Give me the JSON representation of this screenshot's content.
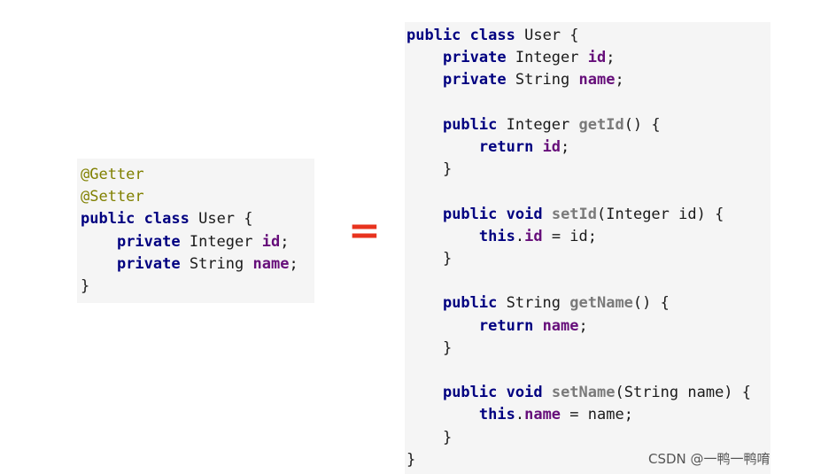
{
  "left_code": {
    "lines": [
      [
        {
          "t": "@Getter",
          "c": "ann"
        }
      ],
      [
        {
          "t": "@Setter",
          "c": "ann"
        }
      ],
      [
        {
          "t": "public",
          "c": "kw"
        },
        {
          "t": " "
        },
        {
          "t": "class",
          "c": "kw"
        },
        {
          "t": " User {"
        }
      ],
      [
        {
          "t": "    "
        },
        {
          "t": "private",
          "c": "kw"
        },
        {
          "t": " Integer "
        },
        {
          "t": "id",
          "c": "fld"
        },
        {
          "t": ";"
        }
      ],
      [
        {
          "t": "    "
        },
        {
          "t": "private",
          "c": "kw"
        },
        {
          "t": " String "
        },
        {
          "t": "name",
          "c": "fld"
        },
        {
          "t": ";"
        }
      ],
      [
        {
          "t": "}"
        }
      ]
    ]
  },
  "equals": "=",
  "right_code": {
    "lines": [
      [
        {
          "t": "public",
          "c": "kw"
        },
        {
          "t": " "
        },
        {
          "t": "class",
          "c": "kw"
        },
        {
          "t": " User {"
        }
      ],
      [
        {
          "t": "    "
        },
        {
          "t": "private",
          "c": "kw"
        },
        {
          "t": " Integer "
        },
        {
          "t": "id",
          "c": "fld"
        },
        {
          "t": ";"
        }
      ],
      [
        {
          "t": "    "
        },
        {
          "t": "private",
          "c": "kw"
        },
        {
          "t": " String "
        },
        {
          "t": "name",
          "c": "fld"
        },
        {
          "t": ";"
        }
      ],
      [],
      [
        {
          "t": "    "
        },
        {
          "t": "public",
          "c": "kw"
        },
        {
          "t": " Integer "
        },
        {
          "t": "getId",
          "c": "mth"
        },
        {
          "t": "() {"
        }
      ],
      [
        {
          "t": "        "
        },
        {
          "t": "return",
          "c": "kw"
        },
        {
          "t": " "
        },
        {
          "t": "id",
          "c": "fld"
        },
        {
          "t": ";"
        }
      ],
      [
        {
          "t": "    }"
        }
      ],
      [],
      [
        {
          "t": "    "
        },
        {
          "t": "public",
          "c": "kw"
        },
        {
          "t": " "
        },
        {
          "t": "void",
          "c": "kw"
        },
        {
          "t": " "
        },
        {
          "t": "setId",
          "c": "mth"
        },
        {
          "t": "(Integer id) {"
        }
      ],
      [
        {
          "t": "        "
        },
        {
          "t": "this",
          "c": "kw"
        },
        {
          "t": "."
        },
        {
          "t": "id",
          "c": "fld"
        },
        {
          "t": " = id;"
        }
      ],
      [
        {
          "t": "    }"
        }
      ],
      [],
      [
        {
          "t": "    "
        },
        {
          "t": "public",
          "c": "kw"
        },
        {
          "t": " String "
        },
        {
          "t": "getName",
          "c": "mth"
        },
        {
          "t": "() {"
        }
      ],
      [
        {
          "t": "        "
        },
        {
          "t": "return",
          "c": "kw"
        },
        {
          "t": " "
        },
        {
          "t": "name",
          "c": "fld"
        },
        {
          "t": ";"
        }
      ],
      [
        {
          "t": "    }"
        }
      ],
      [],
      [
        {
          "t": "    "
        },
        {
          "t": "public",
          "c": "kw"
        },
        {
          "t": " "
        },
        {
          "t": "void",
          "c": "kw"
        },
        {
          "t": " "
        },
        {
          "t": "setName",
          "c": "mth"
        },
        {
          "t": "(String name) {"
        }
      ],
      [
        {
          "t": "        "
        },
        {
          "t": "this",
          "c": "kw"
        },
        {
          "t": "."
        },
        {
          "t": "name",
          "c": "fld"
        },
        {
          "t": " = name;"
        }
      ],
      [
        {
          "t": "    }"
        }
      ],
      [
        {
          "t": "}"
        }
      ]
    ]
  },
  "watermark": "CSDN @一鸭一鸭唷",
  "colors": {
    "keyword": "#000080",
    "field": "#660e7a",
    "annotation": "#808000",
    "method": "#7a7a7a",
    "equals": "#e8331e",
    "panel_background": "#f5f5f5"
  }
}
